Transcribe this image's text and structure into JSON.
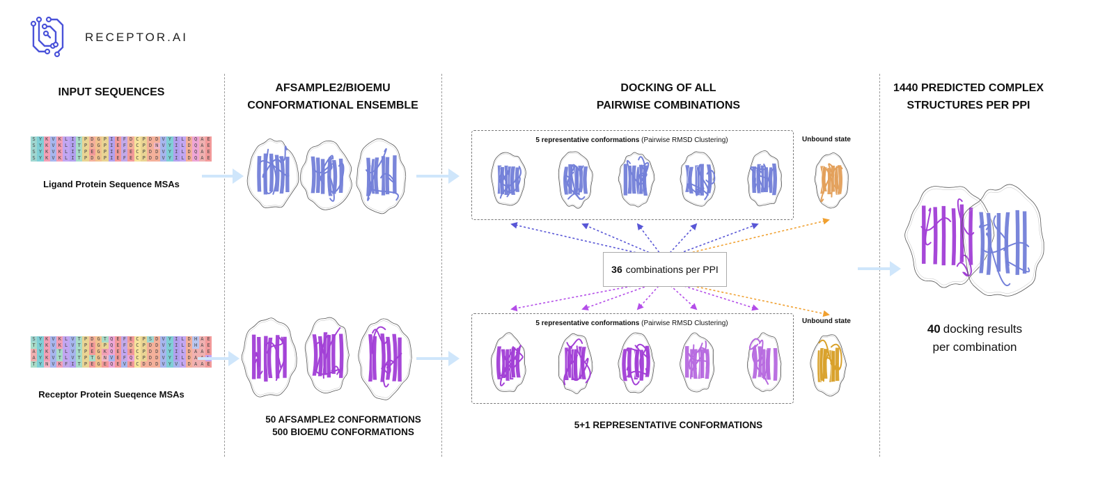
{
  "brand": {
    "name": "RECEPTOR.AI"
  },
  "columns": [
    {
      "title_line1": "INPUT SEQUENCES",
      "title_line2": ""
    },
    {
      "title_line1": "AFSAMPLE2/BIOEMU",
      "title_line2": "CONFORMATIONAL ENSEMBLE"
    },
    {
      "title_line1": "DOCKING OF ALL",
      "title_line2": "PAIRWISE COMBINATIONS"
    },
    {
      "title_line1": "1440 PREDICTED COMPLEX",
      "title_line2": "STRUCTURES PER PPI"
    }
  ],
  "ligand_msa": {
    "label": "Ligand Protein Sequence MSAs",
    "rows": [
      "SYKVKLITPDGPIEFDCPDDVYILDQAE",
      "SYKVKLITPDGPIEFDCPDNVYILDQAE",
      "SYKVKLITPEGPIEFECPDDVYILDQAE",
      "SYKVKLITPDGPIEFECPDDVYILDQAE"
    ]
  },
  "receptor_msa": {
    "label": "Receptor Protein Sueqence MSAs",
    "rows": [
      "SYKVKLVTPDGTQEFECPSDVYILDHAE",
      "TYKVKLVTPEGPQEFDCPDDVYILDHAE",
      "AYKVTLVTPEGKQELECPDDVYILDAAE",
      "AYKVTLVTPTGNVEFQCPDDVYILDAAL",
      "TYNVKFITPEGEQEVECDDDVYVLDAAE"
    ]
  },
  "ensemble_caption": {
    "line1": "50 AFSAMPLE2 CONFORMATIONS",
    "line2": "500 BIOEMU CONFORMATIONS"
  },
  "docking": {
    "box_title_bold": "5 representative conformations",
    "box_title_rest": " (Pairwise RMSD Clustering)",
    "unbound": "Unbound state",
    "combo_number": "36",
    "combo_text": "combinations per PPI",
    "caption": "5+1 REPRESENTATIVE CONFORMATIONS"
  },
  "result": {
    "number": "40",
    "line1_rest": "docking results",
    "line2": "per combination"
  },
  "colors": {
    "ligand": "#7380d9",
    "receptor": "#a23fd6",
    "receptor_light": "#b76ae0",
    "unbound_top": "#e3a05a",
    "unbound_bottom": "#d9a12a",
    "arrow": "#cfe6fb",
    "dot_blue": "#5856d6",
    "dot_purple": "#b34de8",
    "dot_orange": "#f0a030"
  },
  "aa_colors": {
    "S": "#9fd6d0",
    "Y": "#7fcfd6",
    "K": "#f3a0b6",
    "V": "#a7b6ee",
    "L": "#c2a6f2",
    "I": "#b2a0ee",
    "T": "#a8dcc8",
    "P": "#e9d493",
    "D": "#f4b09a",
    "G": "#f2c28e",
    "E": "#f39a9a",
    "F": "#c3a9ea",
    "C": "#f6e39b",
    "N": "#f2b6c6",
    "Q": "#eea5d6",
    "A": "#f0b0b0",
    "H": "#b9c6f0",
    "R": "#f2a1a1"
  }
}
